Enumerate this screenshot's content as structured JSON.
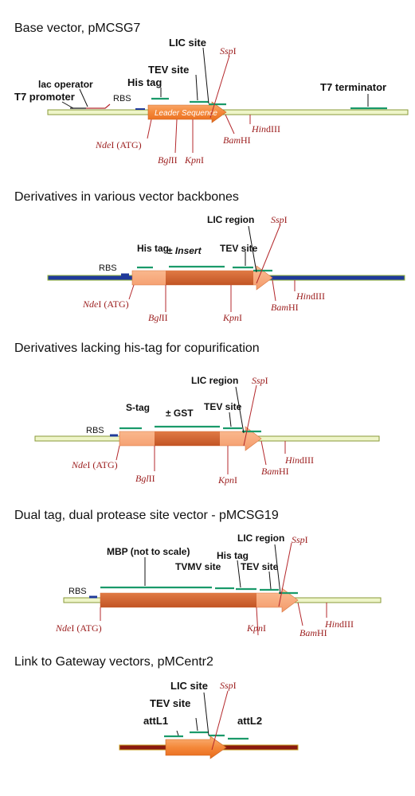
{
  "sections": [
    {
      "title": "Base vector, pMCSG7",
      "labels": {
        "lic_site": "LIC site",
        "tev_site": "TEV site",
        "his_tag": "His tag",
        "lac_operator": "lac operator",
        "t7_promoter": "T7 promoter",
        "rbs": "RBS",
        "t7_terminator": "T7 terminator",
        "leader": "Leader Sequence"
      },
      "sites": {
        "ssp_italic": "Ssp",
        "ssp_roman": "I",
        "hind_italic": "Hin",
        "hind_roman": "dIII",
        "nde_italic": "Nde",
        "nde_roman": "I (ATG)",
        "bgl_italic": "Bgl",
        "bgl_roman": "II",
        "kpn_italic": "Kpn",
        "kpn_roman": "I",
        "bam_italic": "Bam",
        "bam_roman": "HI"
      }
    },
    {
      "title": "Derivatives in various vector backbones",
      "labels": {
        "lic_region": "LIC region",
        "tev_site": "TEV site",
        "his_tag": "His tag",
        "insert_pm": "± ",
        "insert_word": "Insert",
        "rbs": "RBS"
      },
      "sites": {
        "ssp_italic": "Ssp",
        "ssp_roman": "I",
        "nde_italic": "Nde",
        "nde_roman": "I (ATG)",
        "hind_italic": "Hin",
        "hind_roman": "dIII",
        "bam_italic": "Bam",
        "bam_roman": "HI",
        "bgl_italic": "Bgl",
        "bgl_roman": "II",
        "kpn_italic": "Kpn",
        "kpn_roman": "I"
      }
    },
    {
      "title": "Derivatives lacking his-tag for copurification",
      "labels": {
        "lic_region": "LIC region",
        "tev_site": "TEV site",
        "stag": "S-tag",
        "gst": "± GST",
        "rbs": "RBS"
      },
      "sites": {
        "ssp_italic": "Ssp",
        "ssp_roman": "I",
        "nde_italic": "Nde",
        "nde_roman": "I (ATG)",
        "hind_italic": "Hin",
        "hind_roman": "dIII",
        "bam_italic": "Bam",
        "bam_roman": "HI",
        "bgl_italic": "Bgl",
        "bgl_roman": "II",
        "kpn_italic": "Kpn",
        "kpn_roman": "I"
      }
    },
    {
      "title": "Dual tag, dual protease site vector - pMCSG19",
      "labels": {
        "lic_region": "LIC region",
        "mbp": "MBP (not to scale)",
        "his_tag": "His tag",
        "tvmv": "TVMV site",
        "tev_site": "TEV site",
        "rbs": "RBS"
      },
      "sites": {
        "ssp_italic": "Ssp",
        "ssp_roman": "I",
        "nde_italic": "Nde",
        "nde_roman": "I (ATG)",
        "kpn_italic": "Kpn",
        "kpn_roman": "I",
        "hind_italic": "Hin",
        "hind_roman": "dIII",
        "bam_italic": "Bam",
        "bam_roman": "HI"
      }
    },
    {
      "title": "Link to Gateway vectors, pMCentr2",
      "labels": {
        "lic_site": "LIC site",
        "tev_site": "TEV site",
        "attl1": "attL1",
        "attl2": "attL2"
      },
      "sites": {
        "ssp_italic": "Ssp",
        "ssp_roman": "I"
      }
    }
  ],
  "colors": {
    "backbone_pale": "#eef5c8",
    "backbone_pale_border": "#8a9a3a",
    "backbone_blue": "#1f3a9a",
    "backbone_red": "#8a1a10",
    "arrow_orange": "#f4883a",
    "insert_dark": "#e0622a",
    "tag_green": "#1a9a6a",
    "site_red": "#9b1c1c"
  }
}
